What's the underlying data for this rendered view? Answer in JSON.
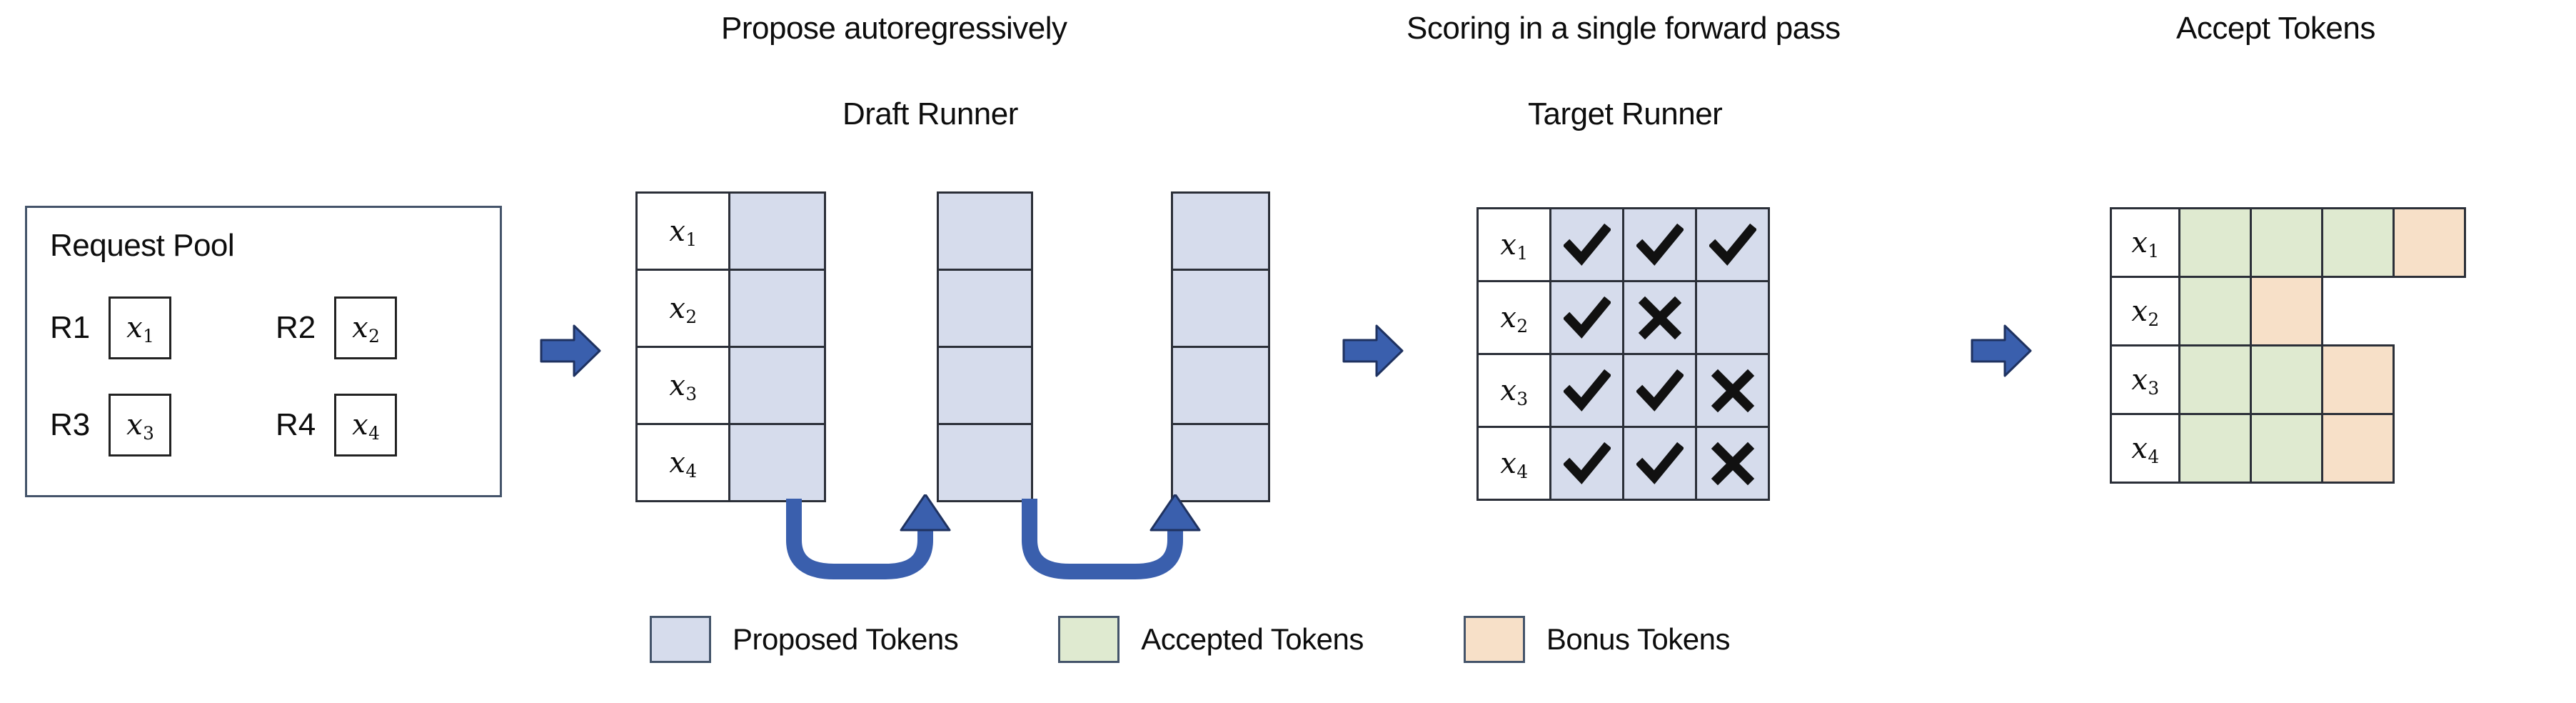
{
  "figure": {
    "type": "pipeline-diagram",
    "title_stage1": "Propose autoregressively",
    "title_stage1_sub": "Draft Runner",
    "title_stage2": "Scoring in a single forward pass",
    "title_stage2_sub": "Target Runner",
    "title_stage3": "Accept Tokens"
  },
  "request_pool": {
    "title": "Request Pool",
    "requests": [
      {
        "id": "R1",
        "token": "x",
        "index": "1"
      },
      {
        "id": "R2",
        "token": "x",
        "index": "2"
      },
      {
        "id": "R3",
        "token": "x",
        "index": "3"
      },
      {
        "id": "R4",
        "token": "x",
        "index": "4"
      }
    ]
  },
  "draft_runner": {
    "row_labels": [
      {
        "token": "x",
        "index": "1"
      },
      {
        "token": "x",
        "index": "2"
      },
      {
        "token": "x",
        "index": "3"
      },
      {
        "token": "x",
        "index": "4"
      }
    ],
    "steps": 3,
    "cell_state": "proposed",
    "loop_arrows": 2,
    "loop_arrow_meaning": "feed output back as next-step input"
  },
  "target_runner": {
    "row_labels": [
      {
        "token": "x",
        "index": "1"
      },
      {
        "token": "x",
        "index": "2"
      },
      {
        "token": "x",
        "index": "3"
      },
      {
        "token": "x",
        "index": "4"
      }
    ],
    "marks": [
      [
        "check",
        "check",
        "check"
      ],
      [
        "check",
        "cross",
        "blank"
      ],
      [
        "check",
        "check",
        "cross"
      ],
      [
        "check",
        "check",
        "cross"
      ]
    ]
  },
  "accept_tokens": {
    "row_labels": [
      {
        "token": "x",
        "index": "1"
      },
      {
        "token": "x",
        "index": "2"
      },
      {
        "token": "x",
        "index": "3"
      },
      {
        "token": "x",
        "index": "4"
      }
    ],
    "rows": [
      [
        "accepted",
        "accepted",
        "accepted",
        "bonus"
      ],
      [
        "accepted",
        "bonus"
      ],
      [
        "accepted",
        "accepted",
        "bonus"
      ],
      [
        "accepted",
        "accepted",
        "bonus"
      ]
    ]
  },
  "legend": {
    "items": [
      {
        "label": "Proposed Tokens",
        "color": "#d6dcec"
      },
      {
        "label": "Accepted Tokens",
        "color": "#dfead0"
      },
      {
        "label": "Bonus Tokens",
        "color": "#f7e0c8"
      }
    ]
  },
  "colors": {
    "proposed": "#d6dcec",
    "accepted": "#dfead0",
    "bonus": "#f7e0c8",
    "arrow_blue": "#3a5fad",
    "border_dark": "#2b2f38",
    "border_slate": "#44546a",
    "text": "#0d0d0d",
    "background": "#ffffff"
  }
}
